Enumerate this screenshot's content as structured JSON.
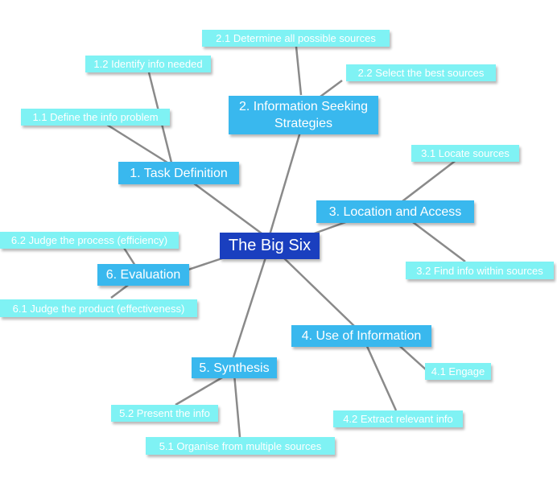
{
  "diagram": {
    "root": {
      "label": "The Big Six"
    },
    "branches": [
      {
        "label": "1. Task Definition",
        "children": [
          "1.1 Define the info problem",
          "1.2 Identify info needed"
        ]
      },
      {
        "label": "2. Information Seeking\nStrategies",
        "children": [
          "2.1 Determine all possible sources",
          "2.2 Select the best sources"
        ]
      },
      {
        "label": "3. Location and Access",
        "children": [
          "3.1 Locate sources",
          "3.2 Find info within sources"
        ]
      },
      {
        "label": "4. Use of Information",
        "children": [
          "4.1 Engage",
          "4.2 Extract relevant info"
        ]
      },
      {
        "label": "5. Synthesis",
        "children": [
          "5.1 Organise from multiple sources",
          "5.2 Present the info"
        ]
      },
      {
        "label": "6. Evaluation",
        "children": [
          "6.1 Judge the product (effectiveness)",
          "6.2 Judge the process (efficiency)"
        ]
      }
    ],
    "colors": {
      "root": "#1a3fbf",
      "branch": "#39b8ee",
      "leaf": "#7ff2f4",
      "connector": "#8a8a8a"
    }
  }
}
